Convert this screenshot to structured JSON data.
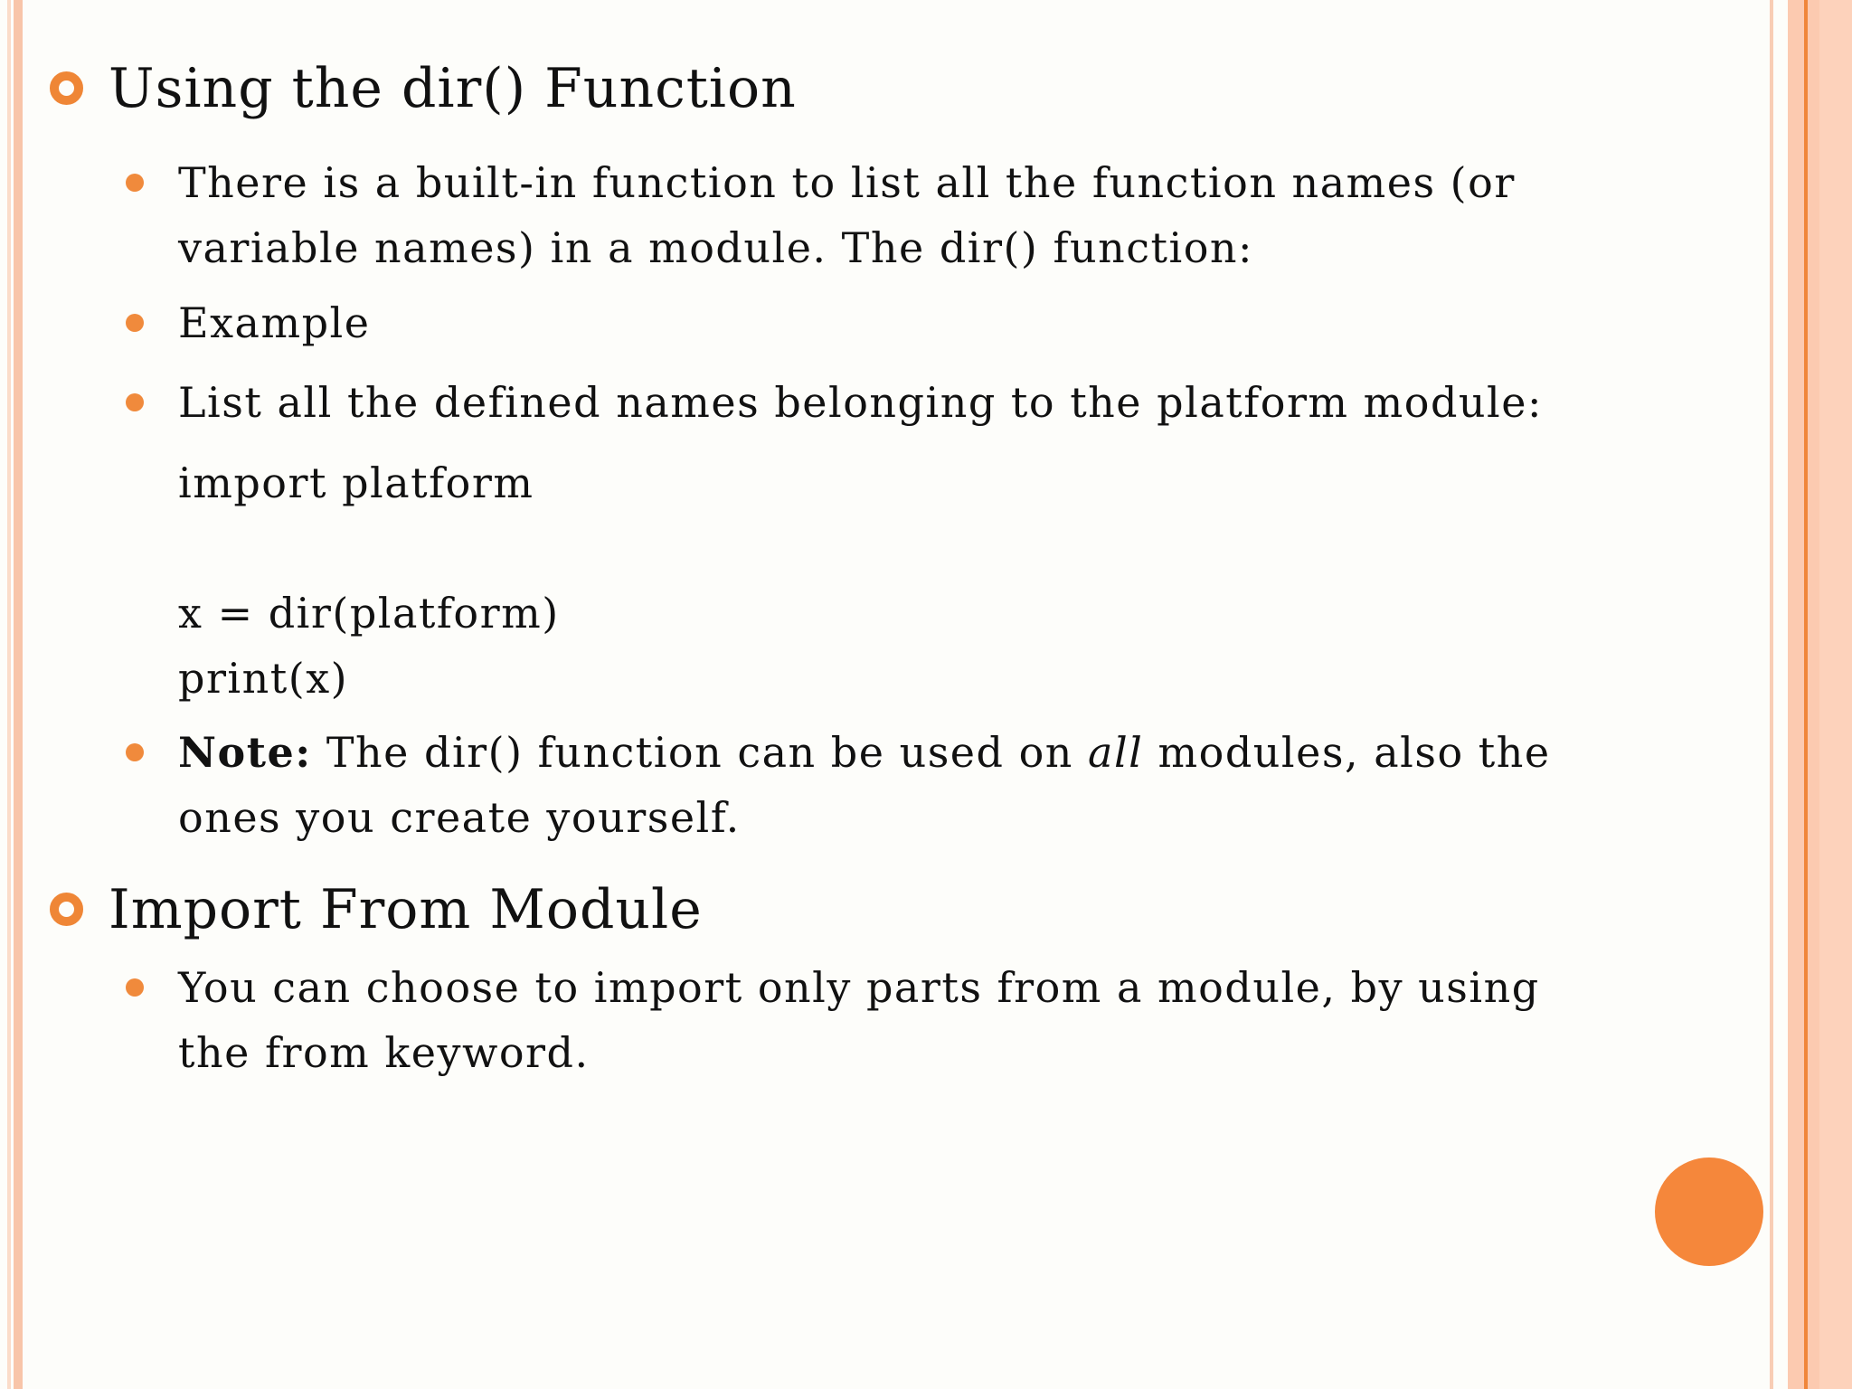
{
  "slide": {
    "background": "#fdfdfa",
    "text_color": "#111111",
    "accent_colors": {
      "bullet_orange": "#ef8636",
      "dot_orange": "#f08a3c",
      "decor_circle": "#f5873b",
      "edge_stripe_light": "#fbdcc9",
      "edge_stripe_medium": "#f8c5a9",
      "edge_band_peach": "#fccab0",
      "edge_band_light": "#fdd2bb",
      "edge_band_dark_stripe": "#f0863a"
    }
  },
  "section1": {
    "title": "Using the dir() Function",
    "bullet1": {
      "line1": "There is a built-in function to list all the function names (or",
      "line2": "variable names) in a module. The dir() function:"
    },
    "bullet2": "Example",
    "bullet3": "List all the defined names belonging to the platform module:",
    "code": {
      "line1": "import platform",
      "line2": "x = dir(platform)",
      "line3": "print(x)"
    },
    "note": {
      "label": "Note:",
      "part1": " The dir() function can be used on ",
      "italic_word": "all",
      "part2": " modules, also the",
      "line2": "ones you create yourself."
    }
  },
  "section2": {
    "title": "Import From Module",
    "bullet1": {
      "line1": "You can choose to import only parts from a module, by using",
      "line2": "the from keyword."
    }
  }
}
